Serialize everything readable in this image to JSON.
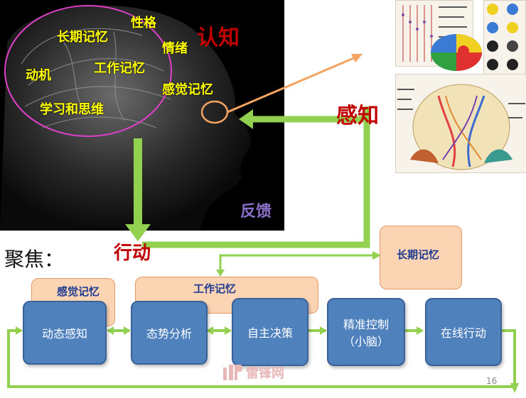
{
  "head_labels": {
    "personality": "性格",
    "long_term_memory": "长期记忆",
    "emotion": "情绪",
    "motivation": "动机",
    "working_memory": "工作记忆",
    "sensory_memory": "感觉记忆",
    "learning_thinking": "学习和思维"
  },
  "titles": {
    "cognition": "认知",
    "perception": "感知",
    "action": "行动",
    "feedback": "反馈",
    "focus": "聚焦："
  },
  "flow": {
    "sensory_memory": "感觉记忆",
    "working_memory": "工作记忆",
    "long_term_memory": "长期记忆",
    "dynamic_perception": "动态感知",
    "situation_analysis": "态势分析",
    "autonomous_decision": "自主决策",
    "precise_control": "精准控制\n（小脑）",
    "online_action": "在线行动"
  },
  "footer": {
    "watermark": "雷锋网",
    "page_number": "16"
  },
  "colors": {
    "block_blue": "#4f81bd",
    "peach": "#fbd4b4",
    "green_arrow": "#92d050",
    "red_text": "#c00000",
    "yellow_text": "#ffff00",
    "magenta_ellipse": "#e040c8",
    "orange_arrow": "#f4a460"
  }
}
